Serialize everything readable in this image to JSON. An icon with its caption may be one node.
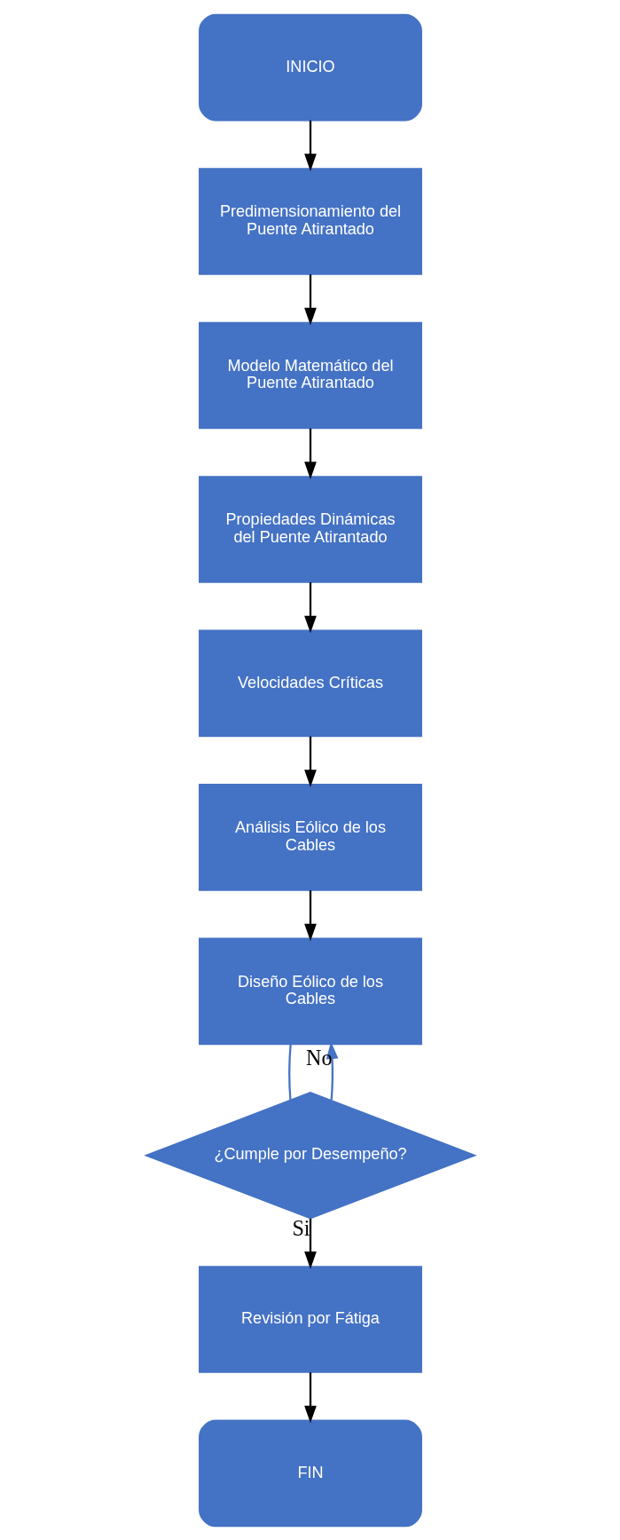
{
  "diagram": {
    "nodes": [
      {
        "text": [
          "INICIO"
        ]
      },
      {
        "text": [
          "Predimensionamiento del Puente Atirantado"
        ]
      },
      {
        "text": [
          "Modelo Matemático del Puente Atirantado"
        ]
      },
      {
        "text": [
          "Propiedades Dinámicas del Puente Atirantado"
        ]
      },
      {
        "text": [
          "Velocidades Críticas"
        ]
      },
      {
        "text": [
          "Análisis Eólico de los Cables"
        ]
      },
      {
        "text": [
          "Diseño Eólico de los Cables"
        ]
      },
      {
        "text": [
          "¿Cumple por Desempeño?"
        ]
      },
      {
        "text": [
          "Revisión por Fátiga"
        ]
      },
      {
        "text": [
          "FIN"
        ]
      }
    ],
    "edges": [
      {
        "from": 0,
        "to": 1,
        "arrow": "to"
      },
      {
        "from": 1,
        "to": 2,
        "arrow": "to"
      },
      {
        "from": 2,
        "to": 3,
        "arrow": "to"
      },
      {
        "from": 3,
        "to": 4,
        "arrow": "to"
      },
      {
        "from": 4,
        "to": 5,
        "arrow": "to"
      },
      {
        "from": 5,
        "to": 6,
        "arrow": "to"
      },
      {
        "from": 6,
        "to": 7,
        "arrow": "none",
        "color": "#4472c4"
      },
      {
        "from": 7,
        "to": 6,
        "arrow": "to",
        "label": "No",
        "color": "#4472c4"
      },
      {
        "from": 7,
        "to": 8,
        "arrow": "to",
        "label": "Si"
      },
      {
        "from": 8,
        "to": 9,
        "arrow": "to"
      }
    ]
  }
}
